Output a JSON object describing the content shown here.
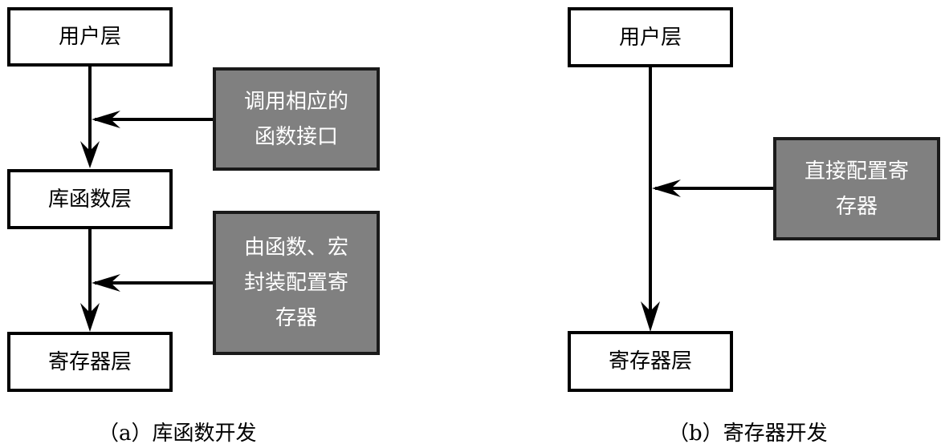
{
  "diagram_a": {
    "caption": "（a）库函数开发",
    "layers": {
      "user": "用户层",
      "library": "库函数层",
      "register": "寄存器层"
    },
    "annotations": {
      "first": [
        "调用相应的",
        "函数接口"
      ],
      "second": [
        "由函数、宏",
        "封装配置寄",
        "存器"
      ]
    }
  },
  "diagram_b": {
    "caption": "（b）寄存器开发",
    "layers": {
      "user": "用户层",
      "register": "寄存器层"
    },
    "annotations": {
      "first": [
        "直接配置寄",
        "存器"
      ]
    }
  },
  "colors": {
    "annotation_fill": "#808080",
    "annotation_text": "#ffffff",
    "stroke": "#000000"
  }
}
